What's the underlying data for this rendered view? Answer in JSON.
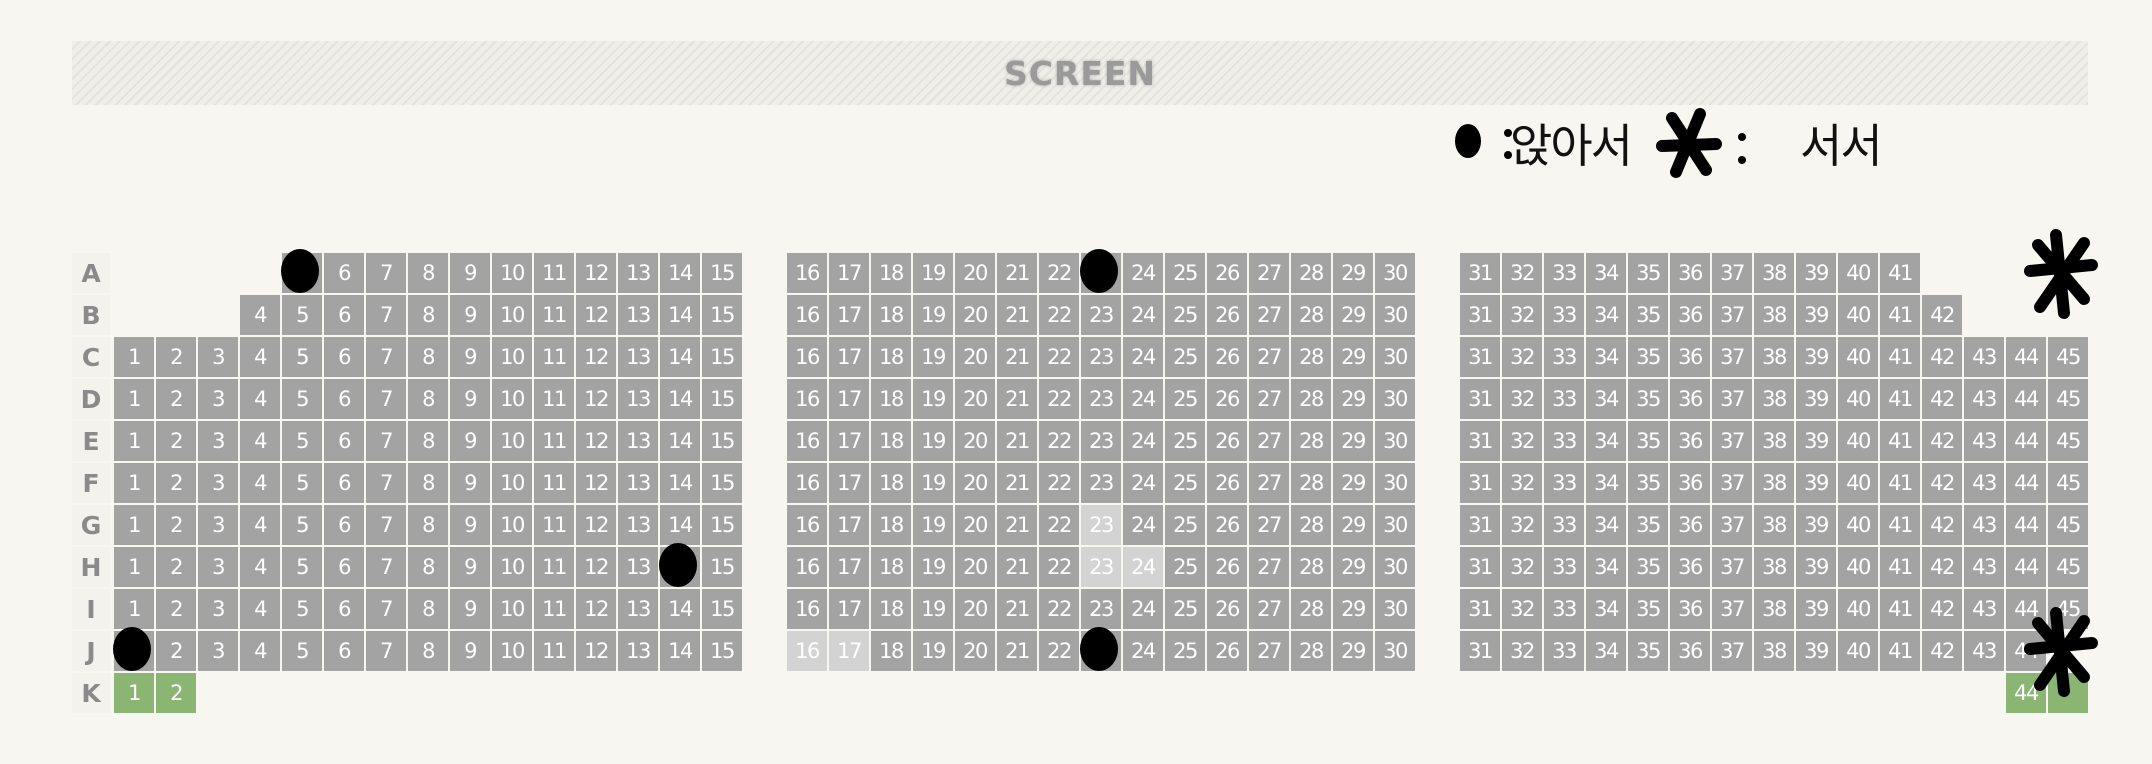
{
  "screen": {
    "label": "SCREEN"
  },
  "legend": {
    "sitting_text": "앉아서",
    "standing_text": "서서",
    "colon": ":"
  },
  "rows": [
    {
      "label": "A",
      "seats": [
        5,
        6,
        7,
        8,
        9,
        10,
        11,
        12,
        13,
        14,
        15,
        16,
        17,
        18,
        19,
        20,
        21,
        22,
        23,
        24,
        25,
        26,
        27,
        28,
        29,
        30,
        31,
        32,
        33,
        34,
        35,
        36,
        37,
        38,
        39,
        40,
        41
      ]
    },
    {
      "label": "B",
      "seats": [
        4,
        5,
        6,
        7,
        8,
        9,
        10,
        11,
        12,
        13,
        14,
        15,
        16,
        17,
        18,
        19,
        20,
        21,
        22,
        23,
        24,
        25,
        26,
        27,
        28,
        29,
        30,
        31,
        32,
        33,
        34,
        35,
        36,
        37,
        38,
        39,
        40,
        41,
        42
      ]
    },
    {
      "label": "C",
      "seats": [
        1,
        2,
        3,
        4,
        5,
        6,
        7,
        8,
        9,
        10,
        11,
        12,
        13,
        14,
        15,
        16,
        17,
        18,
        19,
        20,
        21,
        22,
        23,
        24,
        25,
        26,
        27,
        28,
        29,
        30,
        31,
        32,
        33,
        34,
        35,
        36,
        37,
        38,
        39,
        40,
        41,
        42,
        43,
        44,
        45
      ]
    },
    {
      "label": "D",
      "seats": [
        1,
        2,
        3,
        4,
        5,
        6,
        7,
        8,
        9,
        10,
        11,
        12,
        13,
        14,
        15,
        16,
        17,
        18,
        19,
        20,
        21,
        22,
        23,
        24,
        25,
        26,
        27,
        28,
        29,
        30,
        31,
        32,
        33,
        34,
        35,
        36,
        37,
        38,
        39,
        40,
        41,
        42,
        43,
        44,
        45
      ]
    },
    {
      "label": "E",
      "seats": [
        1,
        2,
        3,
        4,
        5,
        6,
        7,
        8,
        9,
        10,
        11,
        12,
        13,
        14,
        15,
        16,
        17,
        18,
        19,
        20,
        21,
        22,
        23,
        24,
        25,
        26,
        27,
        28,
        29,
        30,
        31,
        32,
        33,
        34,
        35,
        36,
        37,
        38,
        39,
        40,
        41,
        42,
        43,
        44,
        45
      ]
    },
    {
      "label": "F",
      "seats": [
        1,
        2,
        3,
        4,
        5,
        6,
        7,
        8,
        9,
        10,
        11,
        12,
        13,
        14,
        15,
        16,
        17,
        18,
        19,
        20,
        21,
        22,
        23,
        24,
        25,
        26,
        27,
        28,
        29,
        30,
        31,
        32,
        33,
        34,
        35,
        36,
        37,
        38,
        39,
        40,
        41,
        42,
        43,
        44,
        45
      ]
    },
    {
      "label": "G",
      "seats": [
        1,
        2,
        3,
        4,
        5,
        6,
        7,
        8,
        9,
        10,
        11,
        12,
        13,
        14,
        15,
        16,
        17,
        18,
        19,
        20,
        21,
        22,
        23,
        24,
        25,
        26,
        27,
        28,
        29,
        30,
        31,
        32,
        33,
        34,
        35,
        36,
        37,
        38,
        39,
        40,
        41,
        42,
        43,
        44,
        45
      ]
    },
    {
      "label": "H",
      "seats": [
        1,
        2,
        3,
        4,
        5,
        6,
        7,
        8,
        9,
        10,
        11,
        12,
        13,
        14,
        15,
        16,
        17,
        18,
        19,
        20,
        21,
        22,
        23,
        24,
        25,
        26,
        27,
        28,
        29,
        30,
        31,
        32,
        33,
        34,
        35,
        36,
        37,
        38,
        39,
        40,
        41,
        42,
        43,
        44,
        45
      ]
    },
    {
      "label": "I",
      "seats": [
        1,
        2,
        3,
        4,
        5,
        6,
        7,
        8,
        9,
        10,
        11,
        12,
        13,
        14,
        15,
        16,
        17,
        18,
        19,
        20,
        21,
        22,
        23,
        24,
        25,
        26,
        27,
        28,
        29,
        30,
        31,
        32,
        33,
        34,
        35,
        36,
        37,
        38,
        39,
        40,
        41,
        42,
        43,
        44,
        45
      ]
    },
    {
      "label": "J",
      "seats": [
        1,
        2,
        3,
        4,
        5,
        6,
        7,
        8,
        9,
        10,
        11,
        12,
        13,
        14,
        15,
        16,
        17,
        18,
        19,
        20,
        21,
        22,
        23,
        24,
        25,
        26,
        27,
        28,
        29,
        30,
        31,
        32,
        33,
        34,
        35,
        36,
        37,
        38,
        39,
        40,
        41,
        42,
        43,
        44
      ]
    },
    {
      "label": "K",
      "seats": [
        1,
        2,
        44,
        45
      ]
    }
  ],
  "seat_status": {
    "light": [
      "G23",
      "H23",
      "H24",
      "J16",
      "J17"
    ],
    "selected_green": [
      "K1",
      "K2",
      "K44",
      "K45"
    ],
    "hidden_text": [
      "K45"
    ]
  },
  "annotations": {
    "sitting_marks": [
      "A5",
      "A23",
      "H14",
      "J1",
      "J23"
    ],
    "standing_marks": [
      "A45",
      "J45"
    ]
  },
  "colors": {
    "background": "#f7f6f1",
    "seat_available": "#a3a3a3",
    "seat_light": "#d3d3d3",
    "seat_selected": "#8ab573",
    "annotation_ink": "#000000"
  }
}
